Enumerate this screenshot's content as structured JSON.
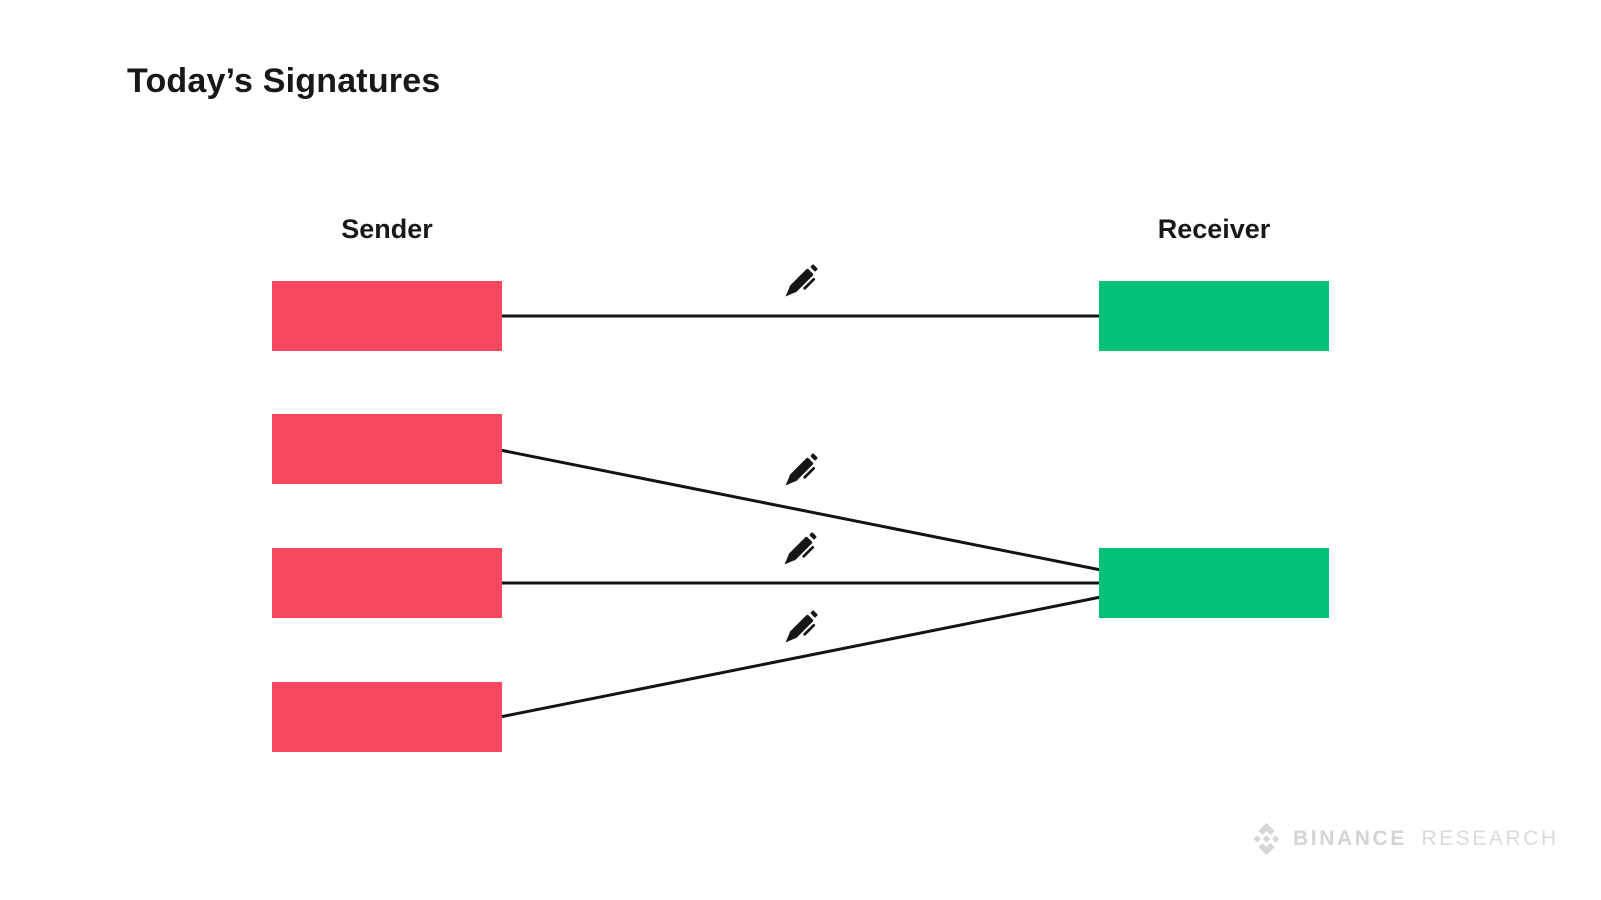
{
  "title": "Today’s Signatures",
  "columns": {
    "sender_label": "Sender",
    "receiver_label": "Receiver"
  },
  "diagram": {
    "sender_nodes": [
      "sender-1",
      "sender-2",
      "sender-3",
      "sender-4"
    ],
    "receiver_nodes": [
      "receiver-1",
      "receiver-2"
    ],
    "edges": [
      {
        "from": "sender-1",
        "to": "receiver-1",
        "signed": true
      },
      {
        "from": "sender-2",
        "to": "receiver-2",
        "signed": true
      },
      {
        "from": "sender-3",
        "to": "receiver-2",
        "signed": true
      },
      {
        "from": "sender-4",
        "to": "receiver-2",
        "signed": true
      }
    ],
    "edge_icon": "pen-icon",
    "colors": {
      "sender_box": "#F8485E",
      "receiver_box": "#02C076",
      "connection_line": "#121318",
      "pen_icon": "#15161a",
      "heading_text": "#17181c"
    }
  },
  "footer": {
    "logo_icon": "binance-diamond-icon",
    "brand": "BINANCE",
    "division": "RESEARCH",
    "logo_color": "#d6d6d6"
  }
}
